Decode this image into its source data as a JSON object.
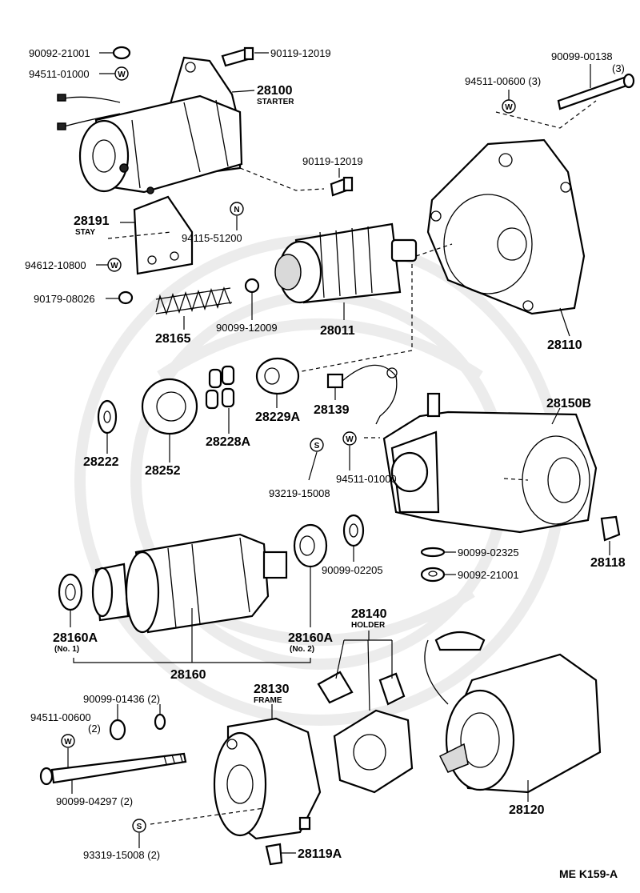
{
  "parts": {
    "p_90092_21001_top": "90092-21001",
    "p_94511_01000_top": "94511-01000",
    "p_90119_12019_top": "90119-12019",
    "p_28100": "28100",
    "p_28100_sub": "STARTER",
    "p_90099_00138": "90099-00138",
    "p_90099_00138_qty": "(3)",
    "p_94511_00600_3": "94511-00600 (3)",
    "p_90119_12019_mid": "90119-12019",
    "p_28191": "28191",
    "p_28191_sub": "STAY",
    "p_94115_51200": "94115-51200",
    "p_94612_10800": "94612-10800",
    "p_90179_08026": "90179-08026",
    "p_28165": "28165",
    "p_90099_12009": "90099-12009",
    "p_28011": "28011",
    "p_28110": "28110",
    "p_28222": "28222",
    "p_28252": "28252",
    "p_28228A": "28228A",
    "p_28229A": "28229A",
    "p_28139": "28139",
    "p_28150B": "28150B",
    "p_94511_01000_mid": "94511-01000",
    "p_93219_15008": "93219-15008",
    "p_90099_02205": "90099-02205",
    "p_90099_02325": "90099-02325",
    "p_90092_21001_mid": "90092-21001",
    "p_28118": "28118",
    "p_28160A_1": "28160A",
    "p_28160A_1_sub": "(No. 1)",
    "p_28160A_2": "28160A",
    "p_28160A_2_sub": "(No. 2)",
    "p_28160": "28160",
    "p_28140": "28140",
    "p_28140_sub": "HOLDER",
    "p_90099_01436": "90099-01436 (2)",
    "p_28130": "28130",
    "p_28130_sub": "FRAME",
    "p_94511_00600_2": "94511-00600",
    "p_94511_00600_2_qty": "(2)",
    "p_90099_04297": "90099-04297 (2)",
    "p_28120": "28120",
    "p_93319_15008": "93319-15008 (2)",
    "p_28119A": "28119A"
  },
  "badges": {
    "washer_w": "W",
    "nut_n": "N",
    "spring_s": "S"
  },
  "footer": {
    "code": "ME  K159-A"
  }
}
